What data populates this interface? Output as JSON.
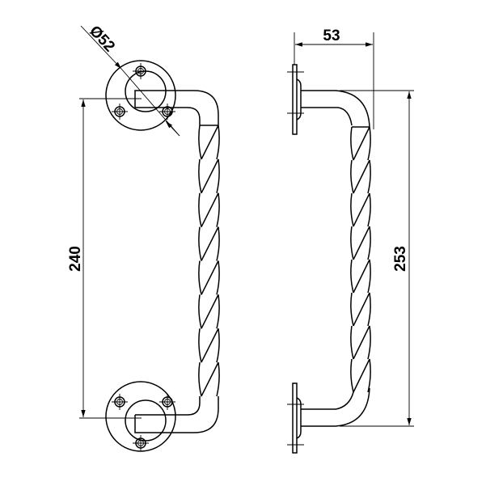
{
  "drawing": {
    "diameter_label": "Ø52",
    "projection_label": "53",
    "length_label": "240",
    "height_label": "253"
  },
  "colors": {
    "line": "#000000",
    "background": "#ffffff"
  }
}
